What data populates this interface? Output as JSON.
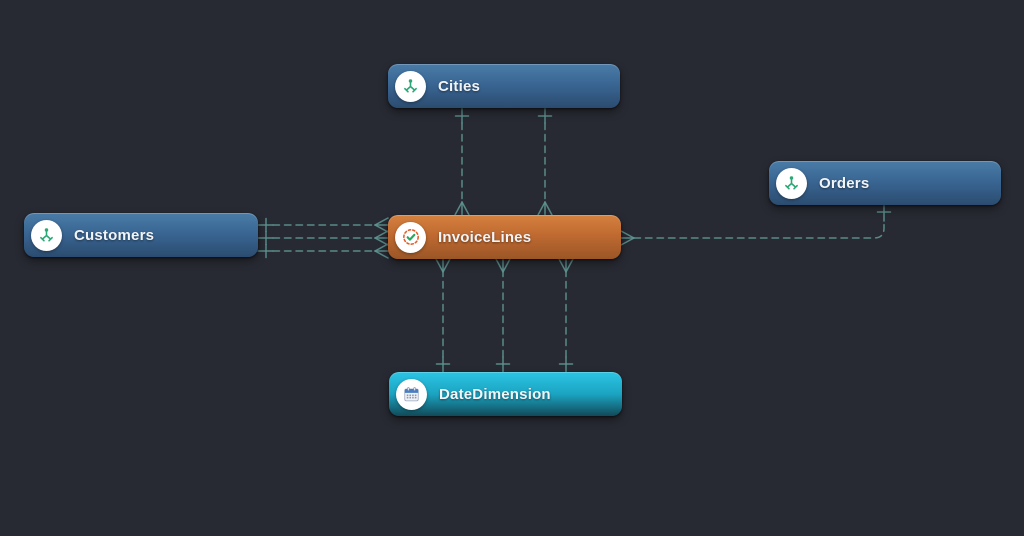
{
  "diagram_title": "data-model-diagram",
  "nodes": {
    "cities": {
      "label": "Cities",
      "icon": "branch-icon",
      "kind": "dimension-table",
      "accent": "#3a6694"
    },
    "customers": {
      "label": "Customers",
      "icon": "branch-icon",
      "kind": "dimension-table",
      "accent": "#3a6694"
    },
    "invoicelines": {
      "label": "InvoiceLines",
      "icon": "check-badge-icon",
      "kind": "fact-table",
      "accent": "#c06a31"
    },
    "orders": {
      "label": "Orders",
      "icon": "branch-icon",
      "kind": "dimension-table",
      "accent": "#3a6694"
    },
    "datedimension": {
      "label": "DateDimension",
      "icon": "calendar-icon",
      "kind": "date-table",
      "accent": "#1ba4c2"
    }
  },
  "connections": [
    {
      "from": "cities",
      "to": "invoicelines",
      "from_end": "one",
      "to_end": "many",
      "lines": 2
    },
    {
      "from": "customers",
      "to": "invoicelines",
      "from_end": "one",
      "to_end": "many",
      "lines": 3
    },
    {
      "from": "datedimension",
      "to": "invoicelines",
      "from_end": "one",
      "to_end": "many",
      "lines": 3
    },
    {
      "from": "orders",
      "to": "invoicelines",
      "from_end": "one",
      "to_end": "many",
      "lines": 1
    }
  ],
  "colors": {
    "background": "#282a33",
    "connector": "#5d9490",
    "icon_green": "#2aa876",
    "icon_orange": "#e2602c",
    "icon_blue": "#4a7ec2"
  }
}
